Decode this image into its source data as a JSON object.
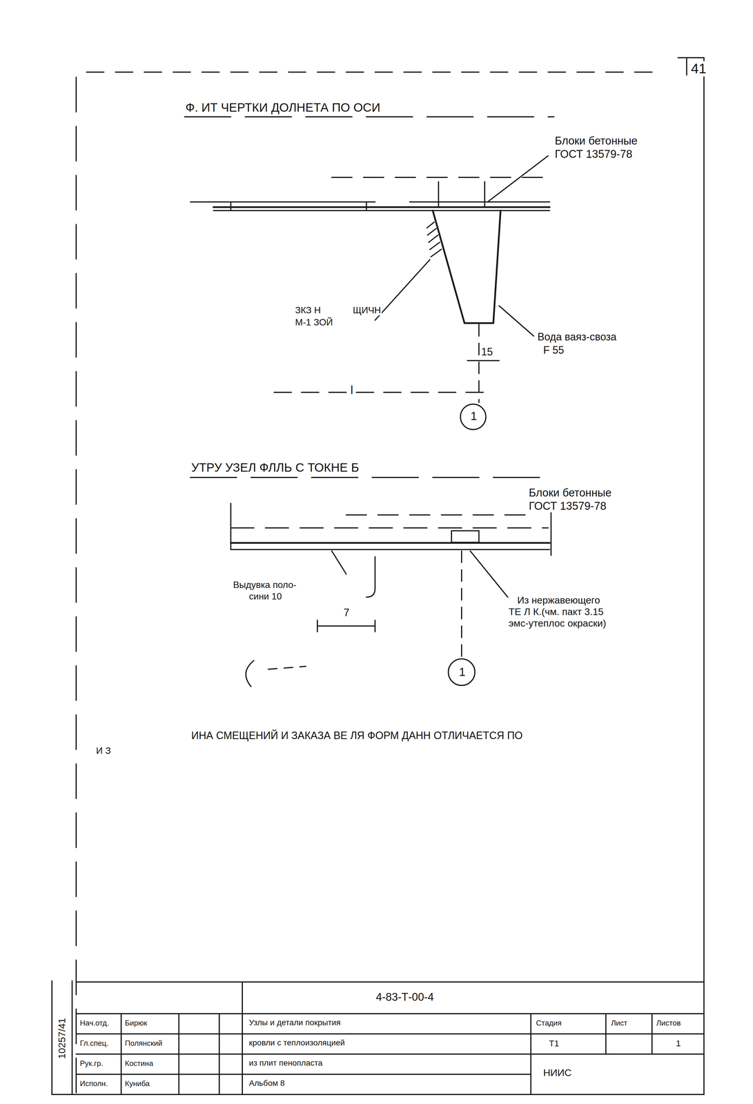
{
  "diagram": {
    "labels": [
      "41",
      "Ф.   ИТ   ЧЕРТКИ   ДОЛНЕТА  ПО ОСИ",
      "Блоки бетонные",
      "ГОСТ 13579-78",
      "ЗКЗ Н",
      "М-1 ЗОЙ",
      "ЩИЧН",
      "Вода ваяз-своза",
      "F 55",
      "15",
      "l",
      "1",
      "УТРУ   УЗЕЛ   ФЛЛЬ  С   ТОКНЕ Б",
      "Блоки бетонные",
      "ГОСТ 13579-78",
      "Выдувка поло-",
      "сини 10",
      "Из нержавеющего",
      "ТЕ Л К.(чм. пакт 3.15",
      "эмс-утеплос окраски)",
      "7",
      "1",
      "ИНА  СМЕЩЕНИЙ  И  ЗАКАЗА ВЕ  ЛЯ  ФОРМ  ДАНН  ОТЛИЧАЕТСЯ  ПО",
      "И З",
      "4-83-Т-00-4",
      "Нач.отд.",
      "Бирюк",
      "Гл.спец.",
      "Полянский",
      "Рук.гр.",
      "Костина",
      "Исполн.",
      "Куниба",
      "Узлы и детали покрытия",
      "кровли с теплоизоляцией",
      "из плит пенопласта",
      "Альбом 8",
      "Стадия",
      "Лист",
      "Листов",
      "Т1",
      "1",
      "НИИС",
      "10257/41"
    ]
  }
}
